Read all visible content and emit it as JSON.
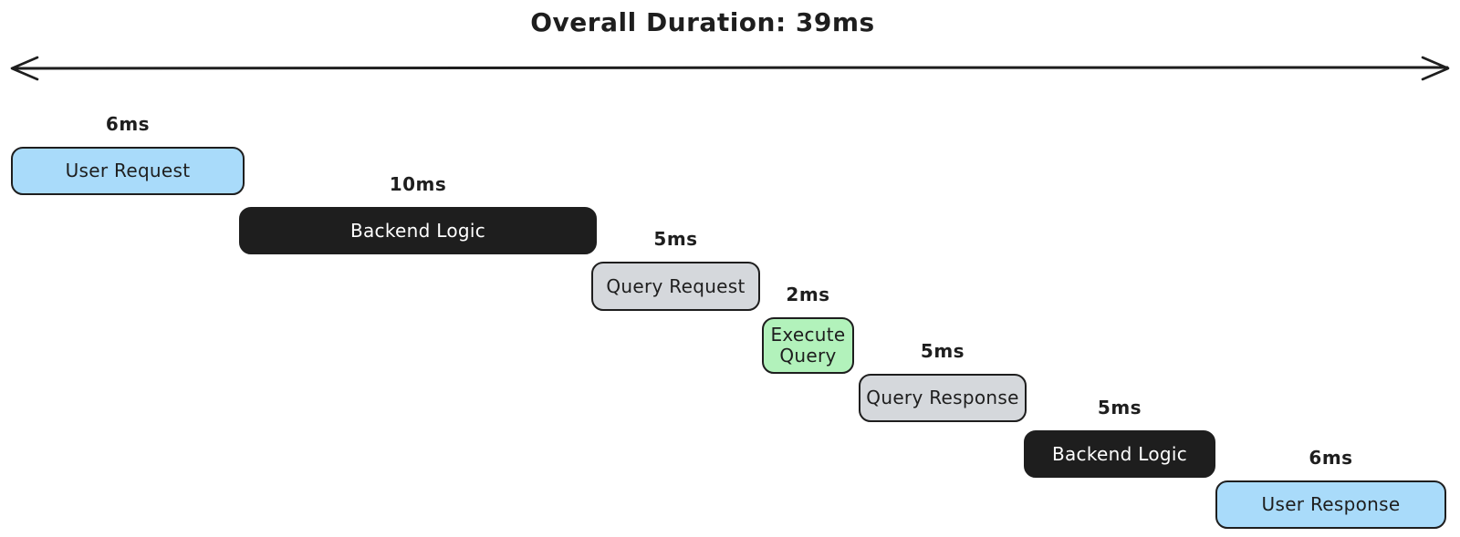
{
  "title": "Overall Duration: 39ms",
  "timeline": {
    "arrow_icon": "double-headed-horizontal-arrow",
    "stroke_color": "#1e1e1e"
  },
  "stages": [
    {
      "name": "User Request",
      "duration": "6ms",
      "fill": "#a9dbfa",
      "text_color": "#1e1e1e",
      "border_color": "#1e1e1e"
    },
    {
      "name": "Backend Logic",
      "duration": "10ms",
      "fill": "#1e1e1e",
      "text_color": "#ffffff",
      "border_color": "#1e1e1e"
    },
    {
      "name": "Query Request",
      "duration": "5ms",
      "fill": "#d5d8dc",
      "text_color": "#1e1e1e",
      "border_color": "#1e1e1e"
    },
    {
      "name": "Execute Query",
      "duration": "2ms",
      "fill": "#b2f2bb",
      "text_color": "#1e1e1e",
      "border_color": "#1e1e1e"
    },
    {
      "name": "Query Response",
      "duration": "5ms",
      "fill": "#d5d8dc",
      "text_color": "#1e1e1e",
      "border_color": "#1e1e1e"
    },
    {
      "name": "Backend Logic",
      "duration": "5ms",
      "fill": "#1e1e1e",
      "text_color": "#ffffff",
      "border_color": "#1e1e1e"
    },
    {
      "name": "User Response",
      "duration": "6ms",
      "fill": "#a9dbfa",
      "text_color": "#1e1e1e",
      "border_color": "#1e1e1e"
    }
  ],
  "chart_data": {
    "type": "bar",
    "subtype": "waterfall-timeline",
    "title": "Overall Duration: 39ms",
    "categories": [
      "User Request",
      "Backend Logic",
      "Query Request",
      "Execute Query",
      "Query Response",
      "Backend Logic",
      "User Response"
    ],
    "values": [
      6,
      10,
      5,
      2,
      5,
      5,
      6
    ],
    "unit": "ms",
    "total": 39,
    "xlabel": "",
    "ylabel": "",
    "xlim": [
      0,
      39
    ],
    "grid": false,
    "legend": false,
    "layout_note": "each stage bar starts where the previous one ends, stepping down one row per stage"
  }
}
